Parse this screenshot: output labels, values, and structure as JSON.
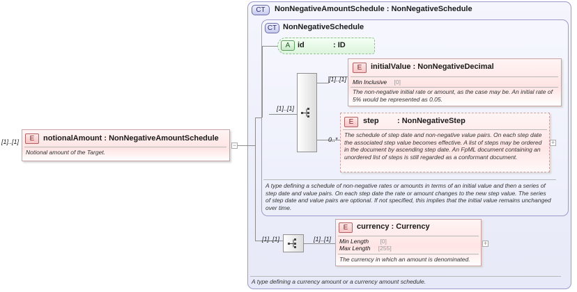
{
  "outer_type": {
    "badge": "CT",
    "title": "NonNegativeAmountSchedule : NonNegativeSchedule",
    "description": "A type defining a currency amount or a currency amount schedule."
  },
  "inner_type": {
    "badge": "CT",
    "title": "NonNegativeSchedule",
    "description": "A type defining a schedule of non-negative rates or amounts in terms of an initial value and then a series of step date and value pairs. On each step date the rate or amount changes to the new step value. The series of step date and value pairs are optional. If not specified, this implies that the initial value remains unchanged over time."
  },
  "root_element": {
    "multiplicity": "[1]..[1]",
    "badge": "E",
    "name": "notionalAmount",
    "type": ": NonNegativeAmountSchedule",
    "description": "Notional amount of the Target."
  },
  "attribute_id": {
    "badge": "A",
    "name": "id",
    "type": ": ID"
  },
  "sequence_inner": {
    "multiplicity": "[1]..[1]"
  },
  "initial_value": {
    "multiplicity": "[1]..[1]",
    "badge": "E",
    "name": "initialValue",
    "type": ": NonNegativeDecimal",
    "facet_label": "Min Inclusive",
    "facet_value": "[0]",
    "description": "The non-negative initial rate or amount, as the case may be. An initial rate of 5% would be represented as 0.05."
  },
  "step": {
    "multiplicity": "0..*",
    "badge": "E",
    "name": "step",
    "type": ": NonNegativeStep",
    "description": "The schedule of step date and non-negative value pairs. On each step date the associated step value becomes effective. A list of steps may be ordered in the document by ascending step date. An FpML document containing an unordered list of steps is still regarded as a conformant document."
  },
  "sequence_outer": {
    "multiplicity": "[1]..[1]"
  },
  "currency": {
    "multiplicity": "[1]..[1]",
    "badge": "E",
    "name": "currency",
    "type": ": Currency",
    "facet1_label": "Min Length",
    "facet1_value": "[0]",
    "facet2_label": "Max Length",
    "facet2_value": "[255]",
    "description": "The currency in which an amount is denominated."
  },
  "colors": {
    "type_bg": "#eef0fb",
    "type_border": "#9a9acb",
    "element_bg": "#ffe4e4",
    "attribute_bg": "#e8fbe8"
  }
}
